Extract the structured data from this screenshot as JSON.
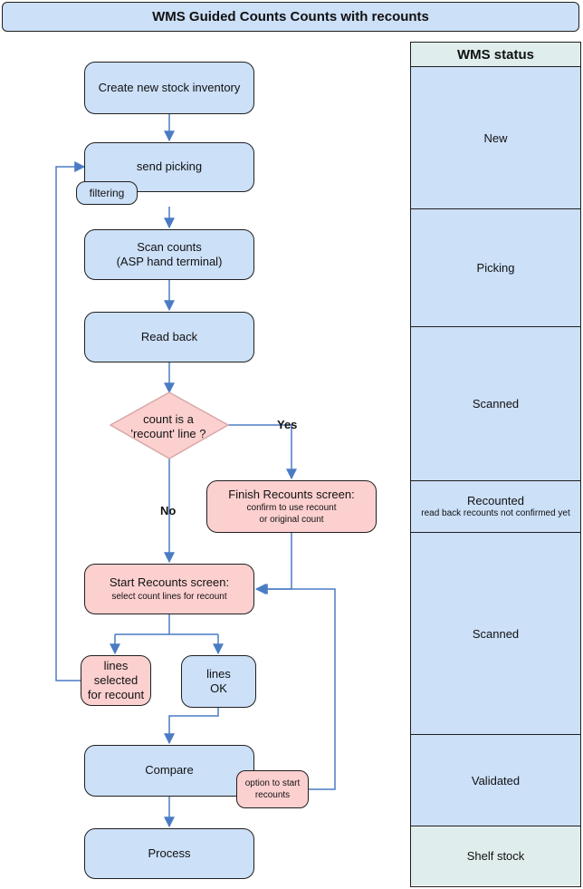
{
  "title": "WMS Guided Counts Counts with recounts",
  "colors": {
    "blue_fill": "#cce0f8",
    "pink_fill": "#fdd0d0",
    "connector": "#4a7cc4",
    "status_header_fill": "#dfeeec"
  },
  "flow": {
    "create": "Create new stock inventory",
    "send_picking": "send picking",
    "filtering": "filtering",
    "scan_counts_line1": "Scan counts",
    "scan_counts_line2": "(ASP hand terminal)",
    "read_back": "Read back",
    "decision_line1": "count is a",
    "decision_line2": "'recount' line ?",
    "yes": "Yes",
    "no": "No",
    "finish_title": "Finish Recounts screen:",
    "finish_sub1": "confirm to use recount",
    "finish_sub2": "or original count",
    "start_title": "Start Recounts screen:",
    "start_sub": "select count lines for recount",
    "lines_selected_1": "lines",
    "lines_selected_2": "selected",
    "lines_selected_3": "for recount",
    "lines_ok_1": "lines",
    "lines_ok_2": "OK",
    "compare": "Compare",
    "option_1": "option to start",
    "option_2": "recounts",
    "process": "Process"
  },
  "status": {
    "header": "WMS status",
    "new": "New",
    "picking": "Picking",
    "scanned_1": "Scanned",
    "recounted": "Recounted",
    "recounted_note": "read back recounts not confirmed yet",
    "scanned_2": "Scanned",
    "validated": "Validated",
    "shelf_stock": "Shelf stock"
  }
}
